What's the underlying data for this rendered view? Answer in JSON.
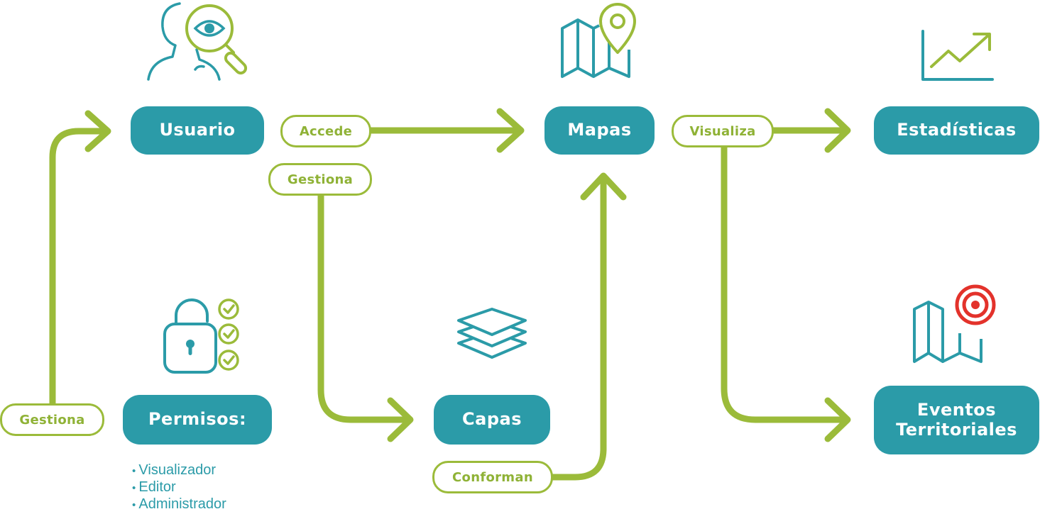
{
  "nodes": {
    "usuario": "Usuario",
    "mapas": "Mapas",
    "estadisticas": "Estadísticas",
    "permisos": "Permisos:",
    "capas": "Capas",
    "eventos_line1": "Eventos",
    "eventos_line2": "Territoriales"
  },
  "edges": {
    "accede": "Accede",
    "gestiona_capas": "Gestiona",
    "visualiza": "Visualiza",
    "gestiona_usuario": "Gestiona",
    "conforman": "Conforman"
  },
  "roles": [
    "Visualizador",
    "Editor",
    "Administrador"
  ],
  "colors": {
    "teal": "#2b9ba8",
    "green": "#9bbb3a",
    "red": "#e3322b",
    "white": "#ffffff"
  },
  "icons": [
    "user-search-icon",
    "map-pin-icon",
    "trend-chart-icon",
    "lock-checklist-icon",
    "layers-icon",
    "map-target-icon"
  ]
}
